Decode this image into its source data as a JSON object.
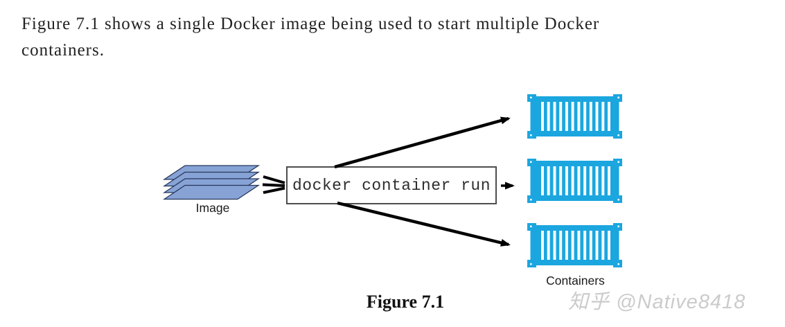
{
  "paragraph": {
    "line1": "Figure 7.1 shows a single Docker image being used to start multiple Docker",
    "line2": "containers."
  },
  "diagram": {
    "image_label": "Image",
    "image_layer_count": 4,
    "command": "docker container run",
    "containers_label": "Containers",
    "container_count": 3
  },
  "caption": "Figure 7.1",
  "watermark": "知乎 @Native8418",
  "colors": {
    "container_blue": "#1BA6DF",
    "layer_fill": "#87A3D6",
    "layer_stroke": "#27375B",
    "arrow_black": "#000000",
    "box_border": "#4D4D4D",
    "text_color": "#212121",
    "watermark_gray": "#CBCBCB"
  }
}
